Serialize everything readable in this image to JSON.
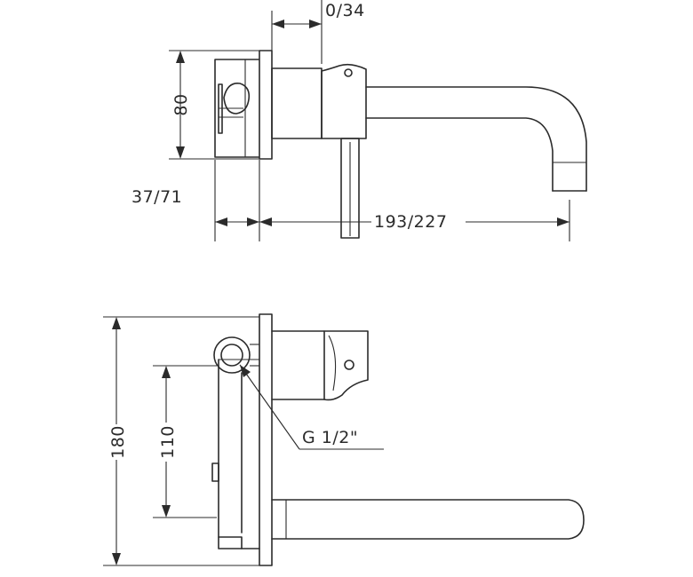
{
  "top_view": {
    "dim_top": "0/34",
    "dim_height": "80",
    "dim_left": "37/71",
    "dim_length": "193/227"
  },
  "front_view": {
    "dim_height": "180",
    "dim_inner": "110",
    "thread_label": "G 1/2\""
  }
}
